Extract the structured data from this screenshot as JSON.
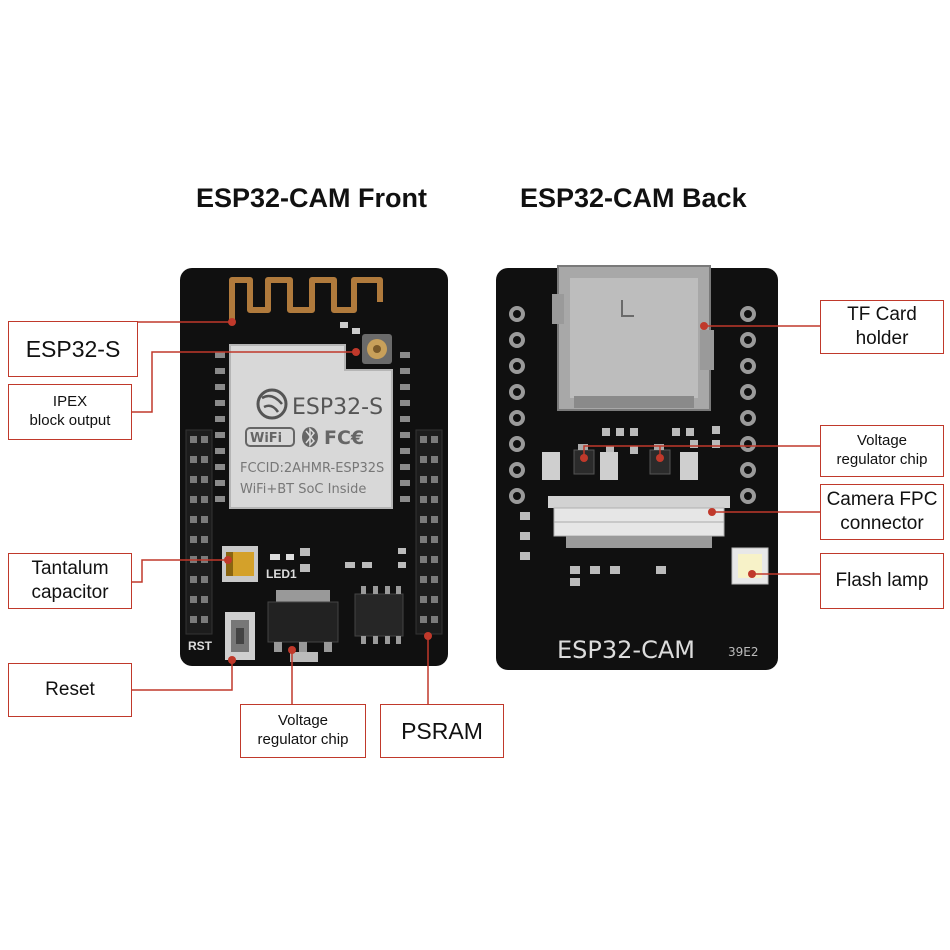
{
  "titles": {
    "front": "ESP32-CAM Front",
    "back": "ESP32-CAM Back"
  },
  "front_board": {
    "module_name": "ESP32-S",
    "wifi_logo": "WiFi",
    "bluetooth_icon": "bluetooth-icon",
    "fcc_mark": "FC€",
    "fcc_id": "FCCID:2AHMR-ESP32S",
    "module_line": "WiFi+BT SoC Inside",
    "led_silk": "LED1",
    "rst_silk": "RST"
  },
  "back_board": {
    "silk_name": "ESP32-CAM",
    "silk_code": "39E2"
  },
  "callouts": {
    "esp32s": "ESP32-S",
    "ipex_line1": "IPEX",
    "ipex_line2": "block output",
    "tantalum_line1": "Tantalum",
    "tantalum_line2": "capacitor",
    "reset": "Reset",
    "vreg_front_line1": "Voltage",
    "vreg_front_line2": "regulator chip",
    "psram": "PSRAM",
    "tf_line1": "TF Card",
    "tf_line2": "holder",
    "vreg_back_line1": "Voltage",
    "vreg_back_line2": "regulator chip",
    "fpc_line1": "Camera FPC",
    "fpc_line2": "connector",
    "flash": "Flash lamp"
  },
  "colors": {
    "board": "#101010",
    "antenna": "#b07a3c",
    "callout": "#c0392b",
    "shield": "#d8d8d8",
    "pad": "#8a8a8a"
  }
}
